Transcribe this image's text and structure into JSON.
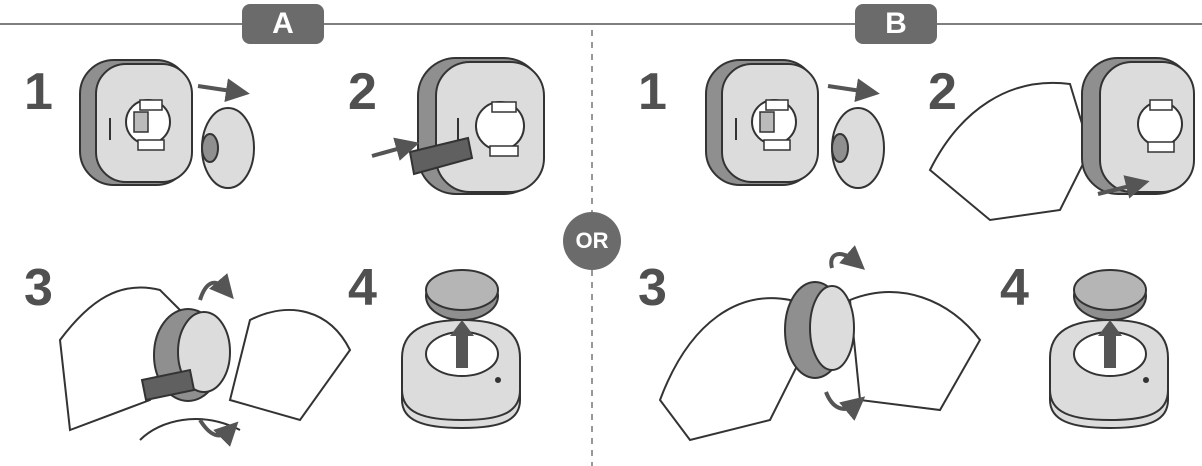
{
  "sections": [
    {
      "label": "A"
    },
    {
      "label": "B"
    }
  ],
  "divider_label": "OR",
  "steps": {
    "a": [
      "1",
      "2",
      "3",
      "4"
    ],
    "b": [
      "1",
      "2",
      "3",
      "4"
    ]
  },
  "colors": {
    "badge": "#6b6b6b",
    "device_fill": "#d9d9d9",
    "device_dark": "#8f8f8f",
    "outline": "#333333",
    "arrow": "#555555"
  }
}
